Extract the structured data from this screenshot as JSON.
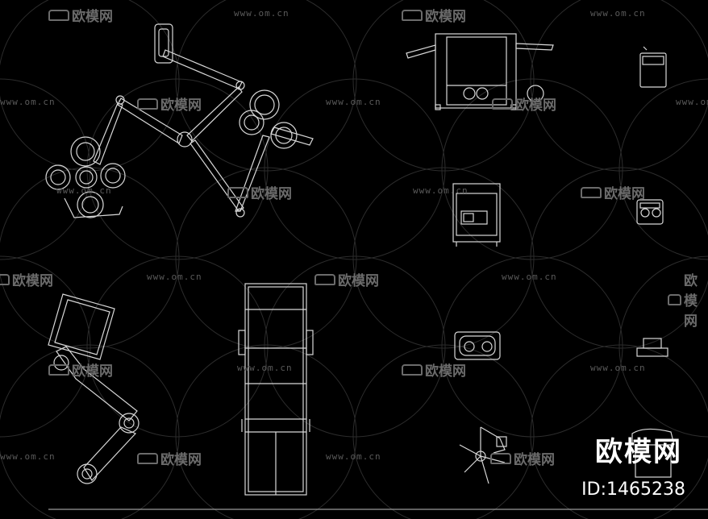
{
  "watermark": {
    "site": "www.om.cn",
    "logo": "欧模网"
  },
  "brand": {
    "name": "欧模网",
    "id": "ID:1465238"
  }
}
